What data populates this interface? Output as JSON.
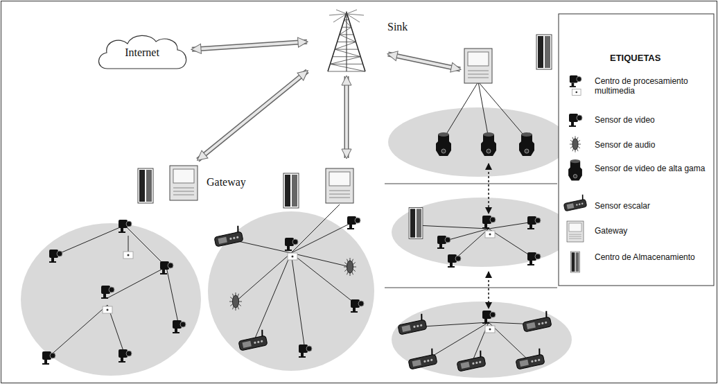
{
  "diagram": {
    "nodes": [
      {
        "text": [
          "Internet"
        ]
      },
      {
        "text": [
          "Sink"
        ]
      },
      {
        "text": [
          "Gateway"
        ]
      }
    ],
    "edges": [
      {
        "from": 0,
        "to": 1,
        "arrow": "both"
      },
      {
        "from": 1,
        "to": 2,
        "arrow": "both"
      }
    ],
    "labels": [
      "ETIQUETAS"
    ],
    "legend": [
      {
        "text": "Centro de procesamiento multimedia"
      },
      {
        "text": "Sensor de video"
      },
      {
        "text": "Sensor de audio"
      },
      {
        "text": "Sensor de video de alta gama"
      },
      {
        "text": "Sensor escalar"
      },
      {
        "text": "Gateway"
      },
      {
        "text": "Centro de Almacenamiento"
      }
    ]
  }
}
